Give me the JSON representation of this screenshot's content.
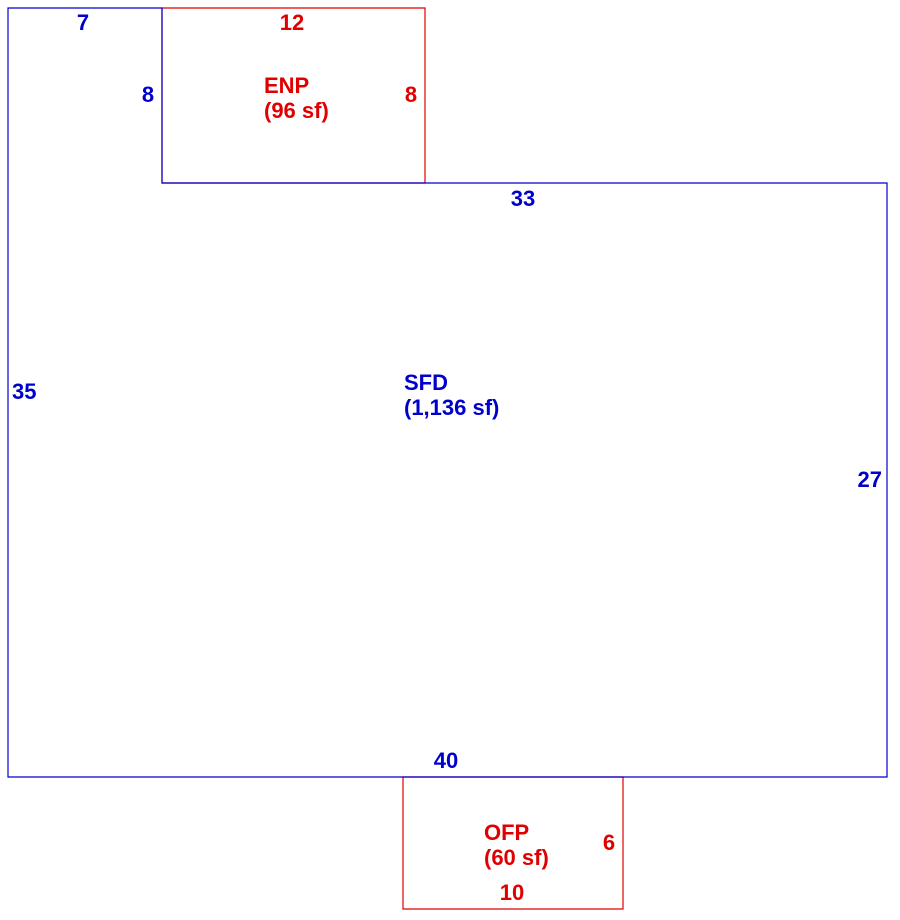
{
  "colors": {
    "main_area": "#0000cc",
    "sub_area": "#e00000"
  },
  "areas": {
    "sfd": {
      "code": "SFD",
      "area": "(1,136 sf)"
    },
    "enp": {
      "code": "ENP",
      "area": "(96 sf)"
    },
    "ofp": {
      "code": "OFP",
      "area": "(60 sf)"
    }
  },
  "dimensions": {
    "sfd_top_left": "7",
    "sfd_notch_side": "8",
    "sfd_top_right": "33",
    "sfd_left": "35",
    "sfd_right": "27",
    "sfd_bottom": "40",
    "enp_top": "12",
    "enp_right": "8",
    "ofp_right": "6",
    "ofp_bottom": "10"
  }
}
